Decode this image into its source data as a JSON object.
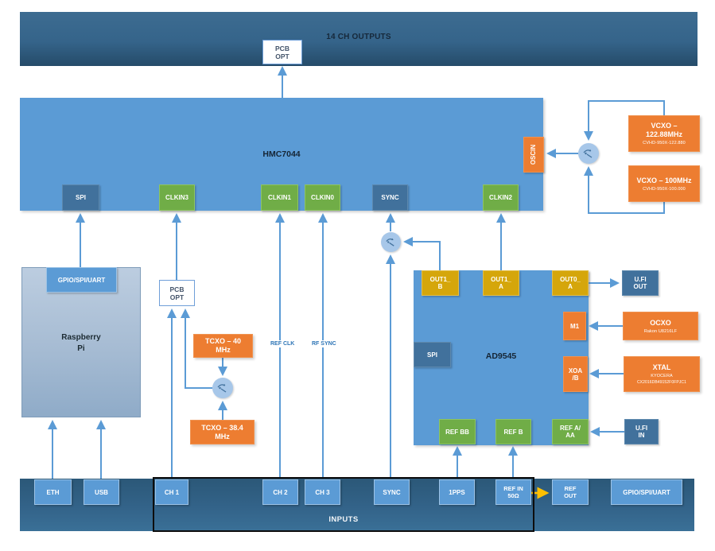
{
  "colors": {
    "accent_blue": "#5B9BD5",
    "slate_blue": "#41719C",
    "green": "#70AD47",
    "gold": "#D5A60B",
    "orange": "#ED7D31",
    "wire_blue": "#5B9BD5",
    "yellow_arrow": "#FFC000",
    "bar_dark_blue": "#2E5C80",
    "wire_label_blue": "#2E75B6"
  },
  "top": {
    "outputs_label": "14 CH OUTPUTS",
    "pcb_opt": [
      "PCB",
      "OPT"
    ]
  },
  "hmc7044": {
    "title": "HMC7044",
    "ports": {
      "spi": "SPI",
      "clkin3": "CLKIN3",
      "clkin1": "CLKIN1",
      "clkin0": "CLKIN0",
      "sync": "SYNC",
      "clkin2": "CLKIN2"
    },
    "oscin": "OSCIN"
  },
  "vcxo_122": {
    "name_line1": "VCXO –",
    "name_line2": "122.88MHz",
    "part": "CVHD-950X-122.880"
  },
  "vcxo_100": {
    "name": "VCXO – 100MHz",
    "part": "CVHD-950X-100.000"
  },
  "raspberry_pi": {
    "name_line1": "Raspberry",
    "name_line2": "Pi",
    "port": "GPIO/SPI/UART"
  },
  "pcb_opt_mid": [
    "PCB",
    "OPT"
  ],
  "tcxo_40": {
    "line1": "TCXO – 40",
    "line2": "MHz"
  },
  "tcxo_384": {
    "line1": "TCXO – 38.4",
    "line2": "MHz"
  },
  "wire_labels": {
    "ref_clk": "REF CLK",
    "rf_sync": "RF SYNC"
  },
  "ad9545": {
    "title": "AD9545",
    "spi": "SPI",
    "out1b": [
      "OUT1_",
      "B"
    ],
    "out1a": [
      "OUT1_",
      "A"
    ],
    "out0a": [
      "OUT0_",
      "A"
    ],
    "m1": "M1",
    "xoab": [
      "XOA",
      "/B"
    ],
    "ref_bb": "REF BB",
    "ref_b": "REF B",
    "ref_a_aa": [
      "REF A/",
      "AA"
    ]
  },
  "right": {
    "ufi_out": [
      "U.FI",
      "OUT"
    ],
    "ocxo": {
      "name": "OCXO",
      "part": "Rakon U8216LF"
    },
    "xtal": {
      "name": "XTAL",
      "maker": "KYOCERA",
      "part": "CX2016DB49152F0FPJC1"
    },
    "ufi_in": [
      "U.FI",
      "IN"
    ]
  },
  "bottom": {
    "inputs_label": "INPUTS",
    "eth": "ETH",
    "usb": "USB",
    "ch1": "CH 1",
    "ch2": "CH 2",
    "ch3": "CH 3",
    "sync": "SYNC",
    "pps": "1PPS",
    "ref_in": [
      "REF IN",
      "50Ω"
    ],
    "ref_out": [
      "REF",
      "OUT"
    ],
    "gpio": "GPIO/SPI/UART"
  }
}
